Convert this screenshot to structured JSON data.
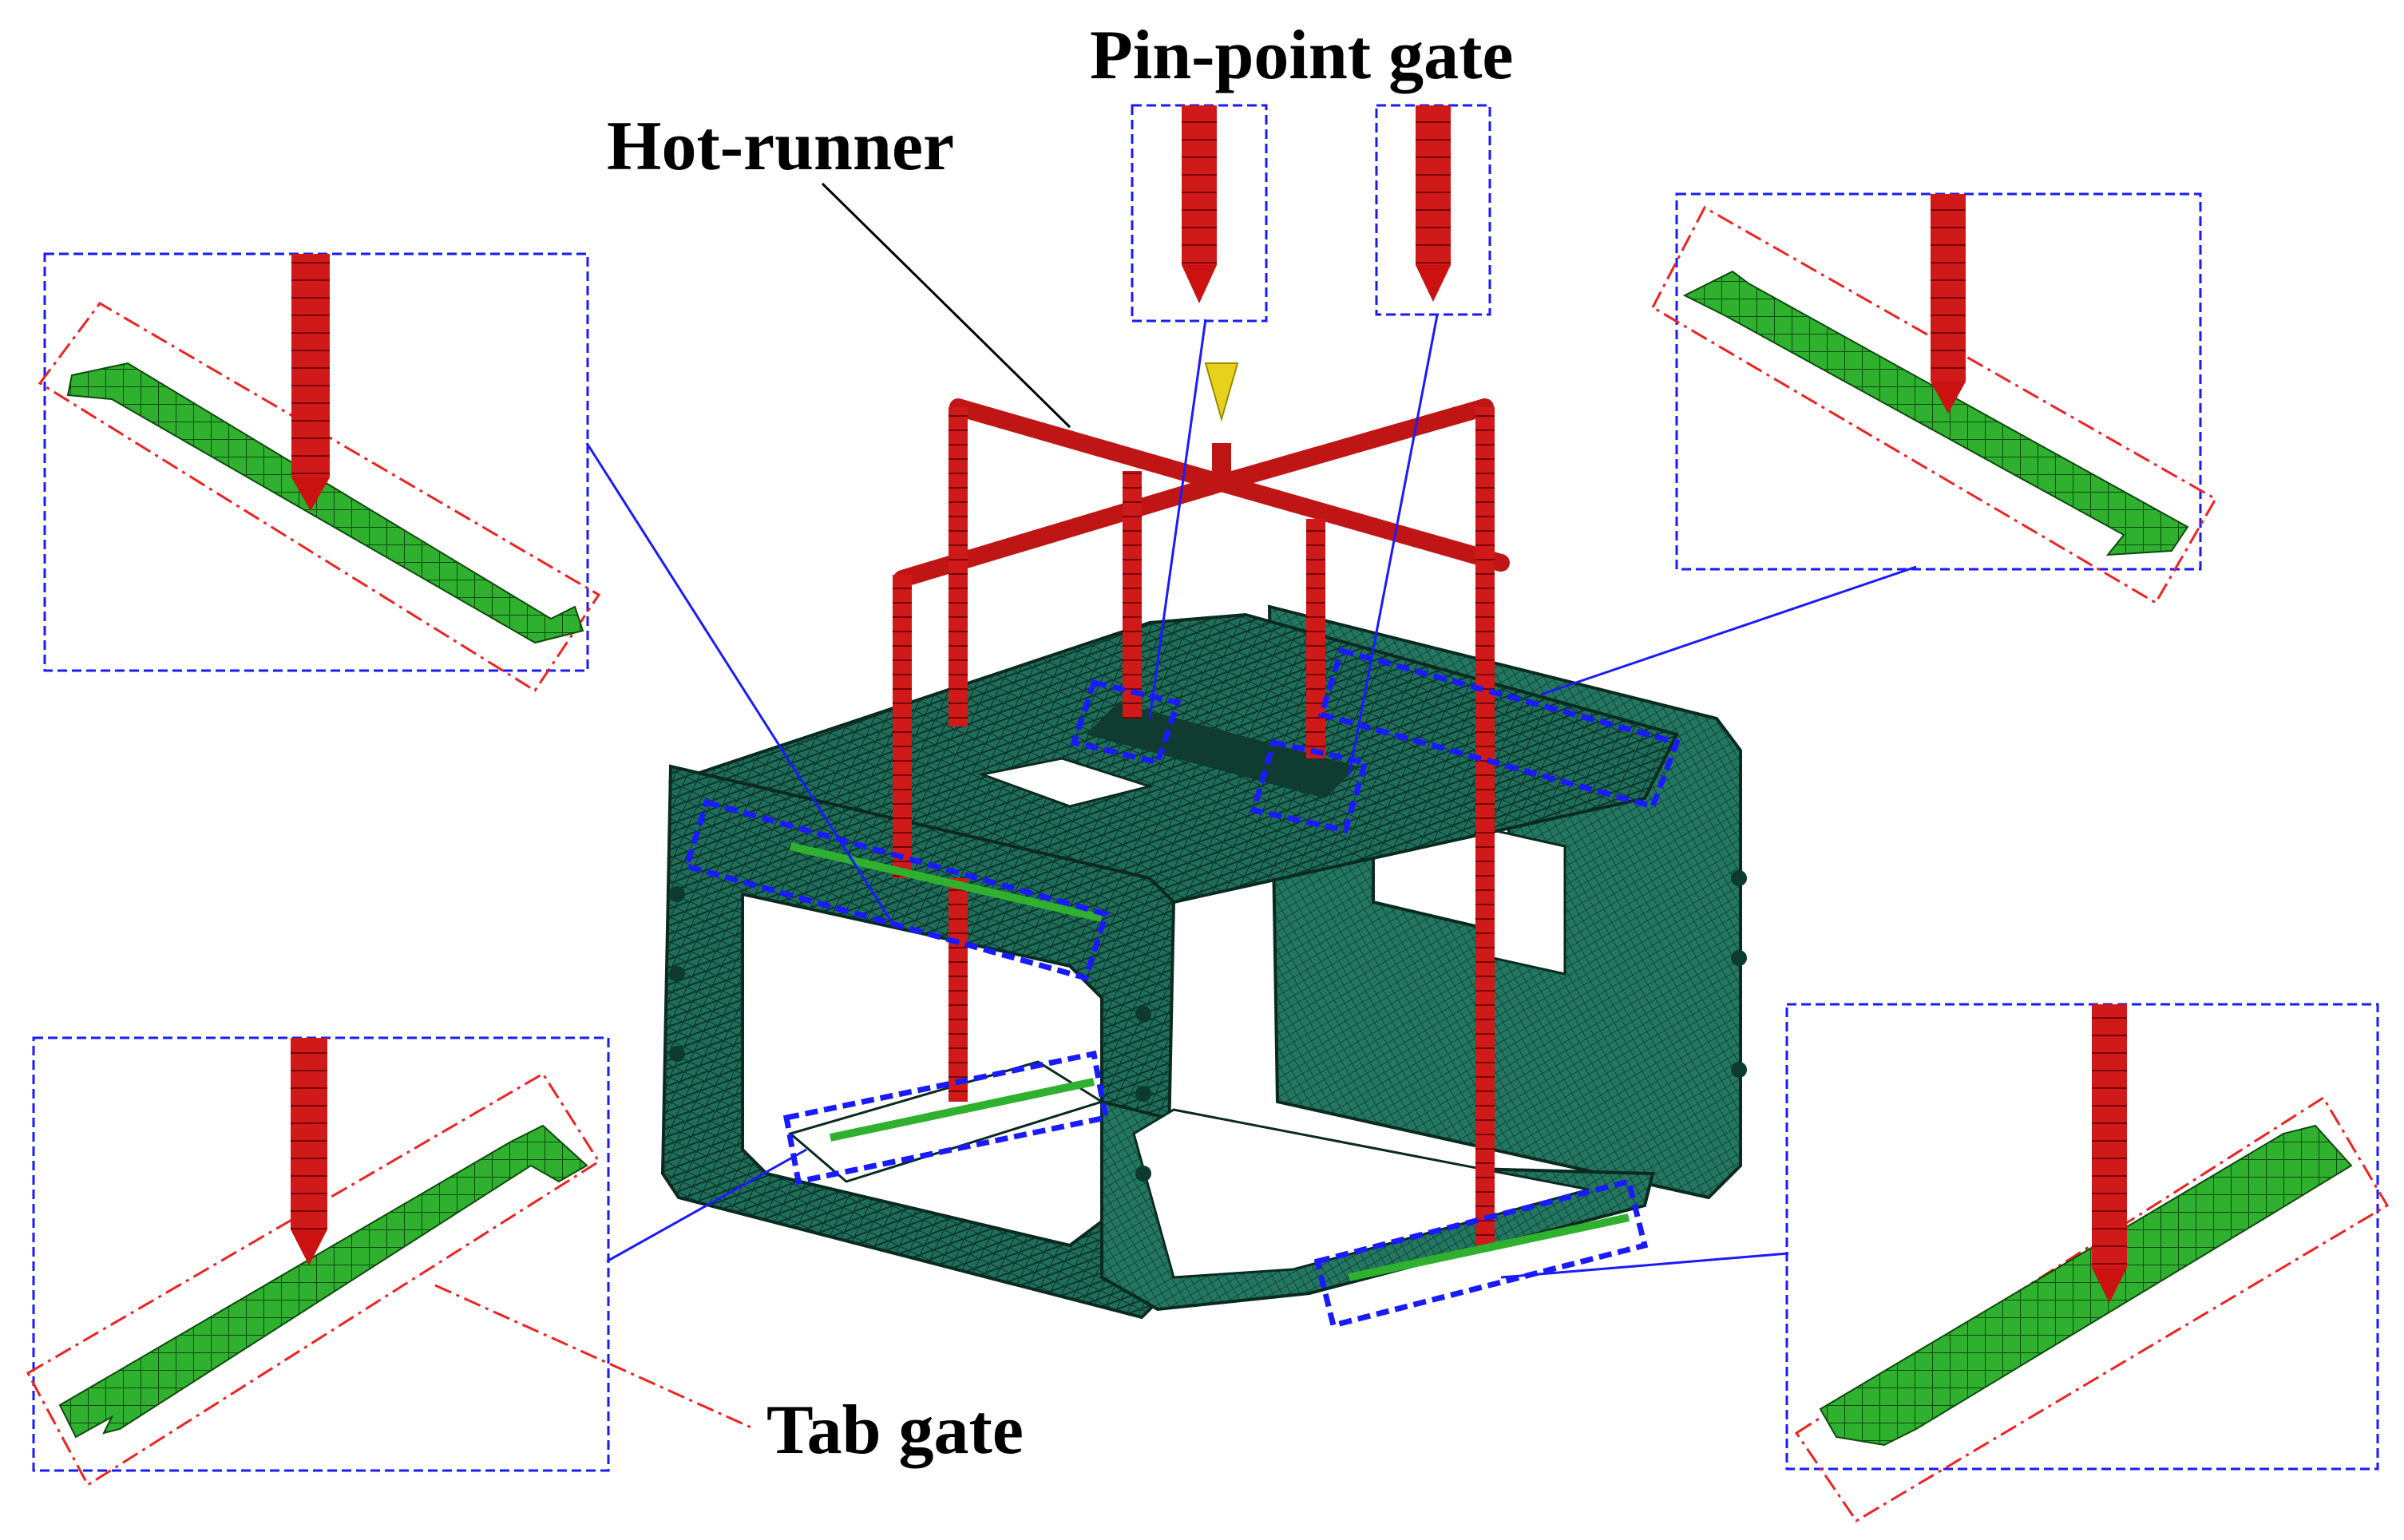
{
  "labels": {
    "pin_point_gate": "Pin-point gate",
    "hot_runner": "Hot-runner",
    "tab_gate": "Tab gate"
  },
  "colors": {
    "runner": "#cc1111",
    "mesh": "#1f6e5a",
    "tab_gate": "#22aa22",
    "detail_box": "#1a1aff",
    "gate_outline": "#ee2222",
    "sprue": "#e6d21a"
  }
}
